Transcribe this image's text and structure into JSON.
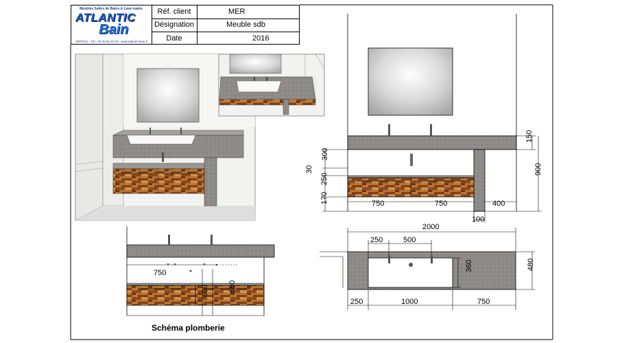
{
  "header": {
    "logo": {
      "tagline": "Meubles Salles de Bains & Lave mains",
      "brand_line1": "ATLANTIC",
      "brand_line2": "Bain",
      "contact": "VERTOU - Tél.: 02.40.80.30.20 - www.atlantic-bain.fr"
    },
    "rows": [
      {
        "label": "Réf. client",
        "value": "MER"
      },
      {
        "label": "Désignation",
        "value": "Meuble sdb"
      },
      {
        "label": "Date",
        "value": "2016"
      }
    ]
  },
  "front_view": {
    "dims": {
      "d150": "150",
      "d900": "900",
      "d300": "300",
      "d30": "30",
      "d250": "250",
      "d170": "170",
      "d750a": "750",
      "d750b": "750",
      "d400": "400",
      "d100": "100"
    }
  },
  "top_view": {
    "dims": {
      "d2000": "2000",
      "d250": "250",
      "d500": "500",
      "d360": "360",
      "d480": "480",
      "d250b": "250",
      "d1000": "1000",
      "d750": "750"
    }
  },
  "plumbing_view": {
    "title": "Schéma plomberie",
    "dims": {
      "d750": "750",
      "d600": "600",
      "d650": "650"
    }
  },
  "colors": {
    "concrete": "#8e8b88",
    "wood_dark": "#7a3f17",
    "wood_light": "#c07a35",
    "line": "#000000"
  }
}
